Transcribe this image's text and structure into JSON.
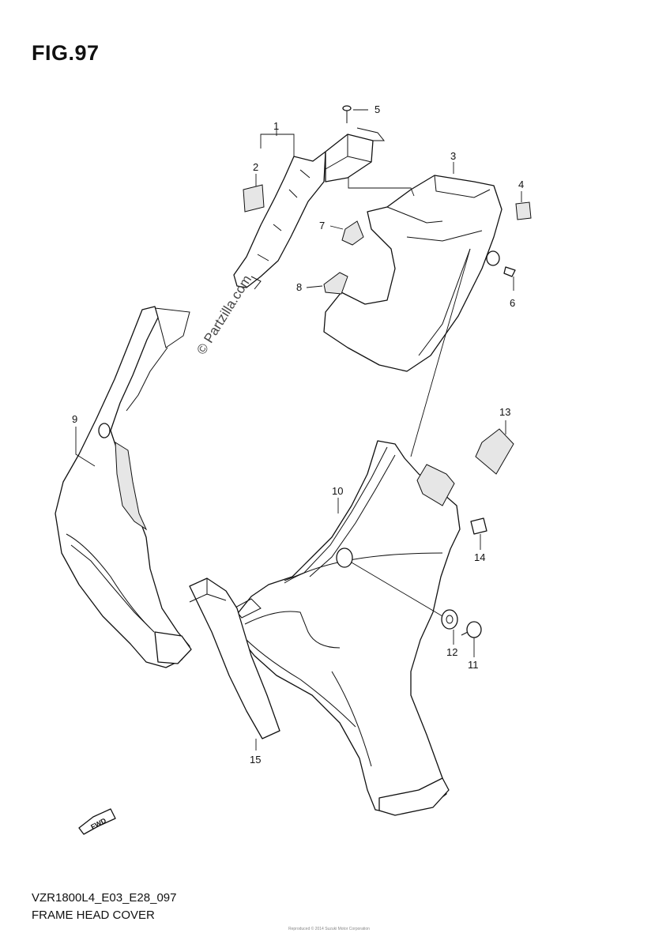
{
  "figure": {
    "title": "FIG.97"
  },
  "watermark": "© Partzilla.com",
  "callouts": [
    {
      "id": "1",
      "label": "1"
    },
    {
      "id": "2",
      "label": "2"
    },
    {
      "id": "3",
      "label": "3"
    },
    {
      "id": "4",
      "label": "4"
    },
    {
      "id": "5",
      "label": "5"
    },
    {
      "id": "6",
      "label": "6"
    },
    {
      "id": "7",
      "label": "7"
    },
    {
      "id": "8",
      "label": "8"
    },
    {
      "id": "9",
      "label": "9"
    },
    {
      "id": "10",
      "label": "10"
    },
    {
      "id": "11",
      "label": "11"
    },
    {
      "id": "12",
      "label": "12"
    },
    {
      "id": "13",
      "label": "13"
    },
    {
      "id": "14",
      "label": "14"
    },
    {
      "id": "15",
      "label": "15"
    }
  ],
  "fwd_label": "FWD",
  "footer": {
    "model_code": "VZR1800L4_E03_E28_097",
    "section_name": "FRAME HEAD COVER"
  },
  "copyright": "Reproduced © 2014 Suzuki Motor Corporation"
}
